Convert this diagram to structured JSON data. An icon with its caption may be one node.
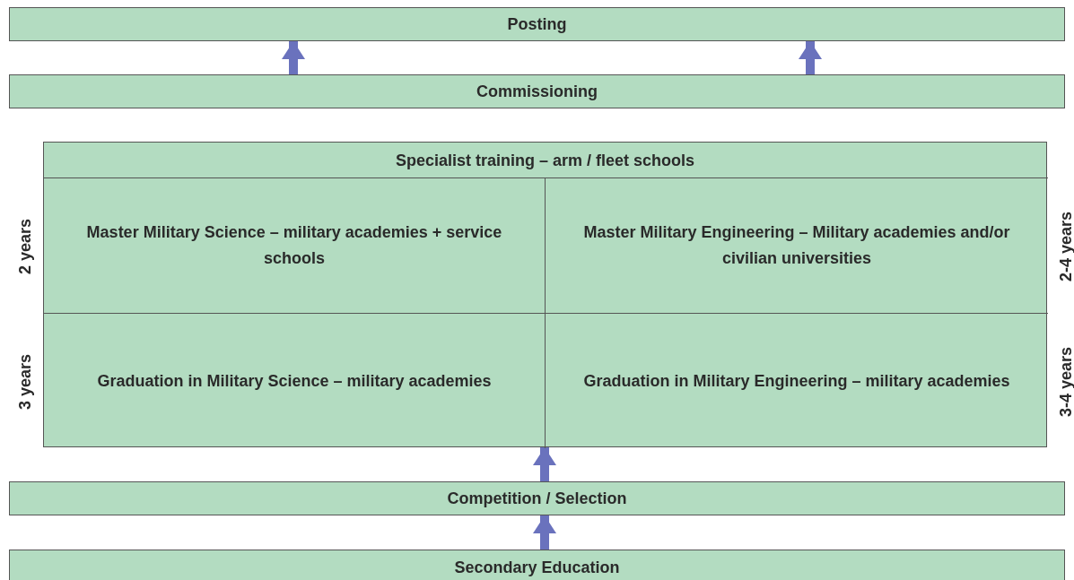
{
  "diagram": {
    "nodes": [
      {
        "text": [
          "Posting"
        ]
      },
      {
        "text": [
          "Commissioning"
        ]
      },
      {
        "text": [
          "Specialist training – arm / fleet schools"
        ]
      },
      {
        "text": [
          "Master Military Science – military academies + service schools"
        ],
        "in": 2,
        "beside": [
          "2 years"
        ]
      },
      {
        "text": [
          "Master Military Engineering – Military academies and/or civilian universities"
        ],
        "in": 2,
        "beside": [
          "2-4 years"
        ]
      },
      {
        "text": [
          "Graduation in Military Science – military academies"
        ],
        "in": 2,
        "beside": [
          "3 years"
        ]
      },
      {
        "text": [
          "Graduation in Military Engineering – military academies"
        ],
        "in": 2,
        "beside": [
          "3-4 years"
        ]
      },
      {
        "text": [
          "Competition / Selection"
        ]
      },
      {
        "text": [
          "Secondary Education"
        ]
      }
    ],
    "edges": [
      {
        "from": 1,
        "to": 0,
        "arrow": "to"
      },
      {
        "from": 1,
        "to": 0,
        "arrow": "to"
      },
      {
        "from": 7,
        "to": 2,
        "arrow": "to"
      },
      {
        "from": 8,
        "to": 7,
        "arrow": "to"
      }
    ]
  }
}
